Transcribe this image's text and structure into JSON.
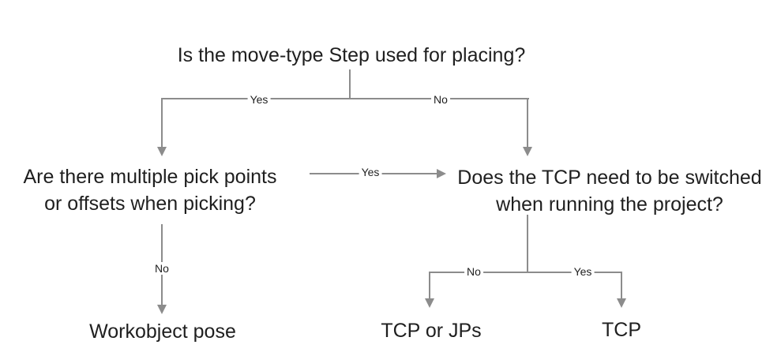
{
  "flowchart": {
    "nodes": {
      "root": {
        "text": "Is the move-type Step used for placing?"
      },
      "pick_points": {
        "line1": "Are there multiple pick points",
        "line2": "or offsets when picking?"
      },
      "tcp_switch": {
        "line1": "Does the TCP need to be switched",
        "line2": "when running the project?"
      },
      "outcome_workobject": {
        "text": "Workobject pose"
      },
      "outcome_tcp_or_jps": {
        "text": "TCP or JPs"
      },
      "outcome_tcp": {
        "text": "TCP"
      }
    },
    "edge_labels": {
      "root_yes": "Yes",
      "root_no": "No",
      "pick_yes": "Yes",
      "pick_no": "No",
      "tcp_no": "No",
      "tcp_yes": "Yes"
    },
    "colors": {
      "line": "#8c8c8c",
      "text": "#1f1f1f",
      "background": "#ffffff"
    }
  }
}
